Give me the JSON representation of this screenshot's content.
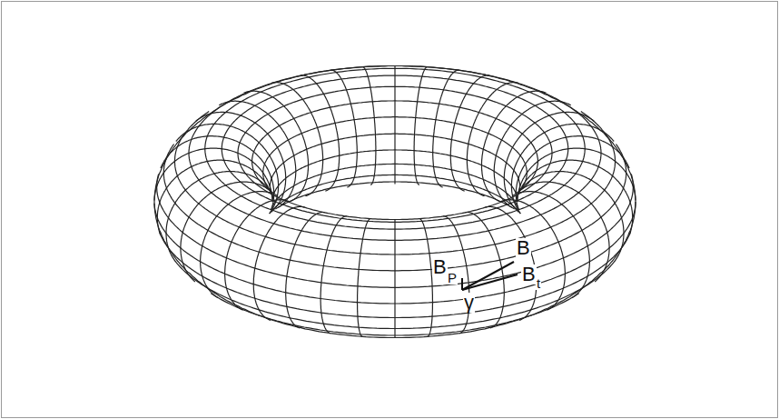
{
  "diagram": {
    "labels": [
      "B",
      "P",
      "B",
      "B",
      "t",
      "γ"
    ]
  }
}
